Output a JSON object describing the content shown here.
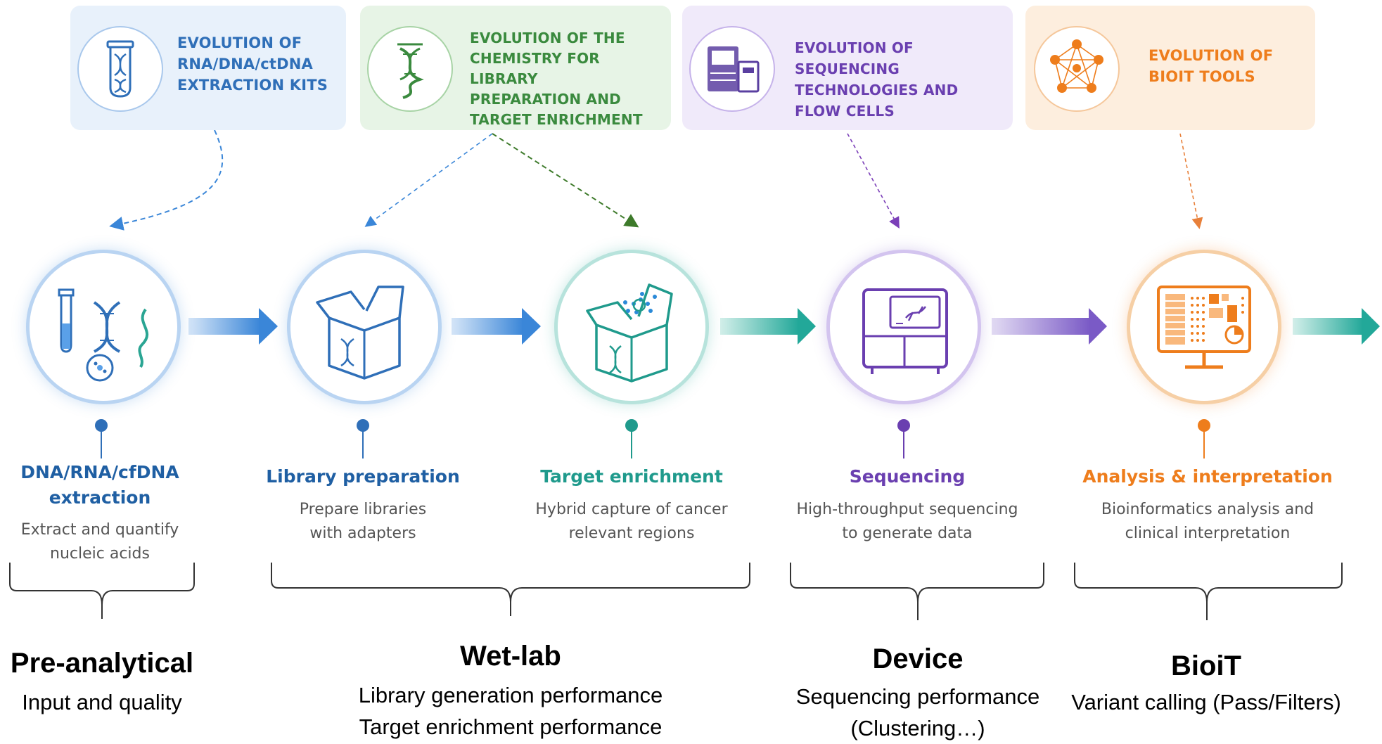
{
  "evolution_boxes": [
    {
      "text": "EVOLUTION OF\nRNA/DNA/ctDNA\nEXTRACTION KITS",
      "icon": "test-tube-dna-icon",
      "color": "#2f6fb8",
      "bg": "#e8f1fb"
    },
    {
      "text": "EVOLUTION OF THE\nCHEMISTRY FOR LIBRARY\nPREPARATION AND\nTARGET ENRICHMENT",
      "icon": "dna-helix-icon",
      "color": "#3a8a3e",
      "bg": "#e7f4e6"
    },
    {
      "text": "EVOLUTION OF SEQUENCING\nTECHNOLOGIES AND\nFLOW CELLS",
      "icon": "sequencer-icon",
      "color": "#6a3fb0",
      "bg": "#f0eafa"
    },
    {
      "text": "EVOLUTION OF\nBIOIT TOOLS",
      "icon": "network-icon",
      "color": "#ee7d1c",
      "bg": "#fdeede"
    }
  ],
  "stages": [
    {
      "title": "DNA/RNA/cfDNA\nextraction",
      "desc": "Extract and quantify\nnucleic acids",
      "icon": "extraction-icon",
      "color": "#1f5fa3"
    },
    {
      "title": "Library preparation",
      "desc": "Prepare libraries\nwith adapters",
      "icon": "box-dna-icon",
      "color": "#1f5fa3"
    },
    {
      "title": "Target enrichment",
      "desc": "Hybrid capture of cancer\nrelevant regions",
      "icon": "box-capture-icon",
      "color": "#1f9a8c"
    },
    {
      "title": "Sequencing",
      "desc": "High-throughput sequencing\nto generate data",
      "icon": "sequencer-icon",
      "color": "#6a3fb0"
    },
    {
      "title": "Analysis & interpretation",
      "desc": "Bioinformatics analysis and\nclinical interpretation",
      "icon": "monitor-chart-icon",
      "color": "#ee7d1c"
    }
  ],
  "groups": [
    {
      "title": "Pre-analytical",
      "sub": "Input and quality"
    },
    {
      "title": "Wet-lab",
      "sub": "Library generation performance\nTarget enrichment performance"
    },
    {
      "title": "Device",
      "sub": "Sequencing performance\n(Clustering…)"
    },
    {
      "title": "BioiT",
      "sub": "Variant calling (Pass/Filters)"
    }
  ]
}
